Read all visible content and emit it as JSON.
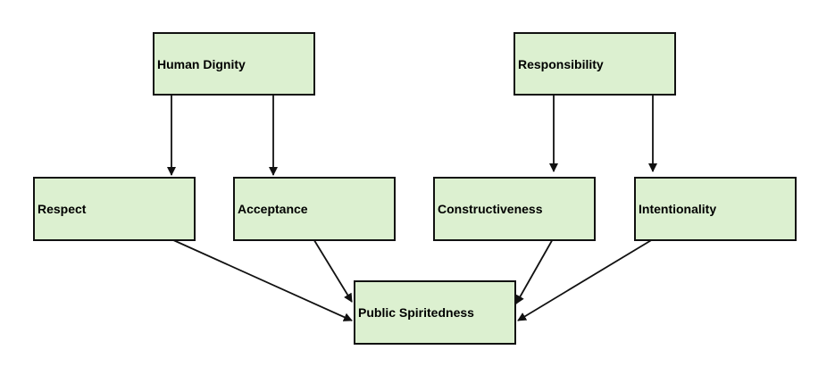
{
  "colors": {
    "node_fill": "#dcf0d0",
    "node_border": "#111111",
    "edge": "#111111"
  },
  "nodes": {
    "human_dignity": "Human Dignity",
    "responsibility": "Responsibility",
    "respect": "Respect",
    "acceptance": "Acceptance",
    "constructiveness": "Constructiveness",
    "intentionality": "Intentionality",
    "public_spiritedness": "Public Spiritedness"
  },
  "edges": [
    {
      "from": "Human Dignity",
      "to": "Respect"
    },
    {
      "from": "Human Dignity",
      "to": "Acceptance"
    },
    {
      "from": "Responsibility",
      "to": "Constructiveness"
    },
    {
      "from": "Responsibility",
      "to": "Intentionality"
    },
    {
      "from": "Respect",
      "to": "Public Spiritedness"
    },
    {
      "from": "Acceptance",
      "to": "Public Spiritedness"
    },
    {
      "from": "Constructiveness",
      "to": "Public Spiritedness"
    },
    {
      "from": "Intentionality",
      "to": "Public Spiritedness"
    }
  ]
}
